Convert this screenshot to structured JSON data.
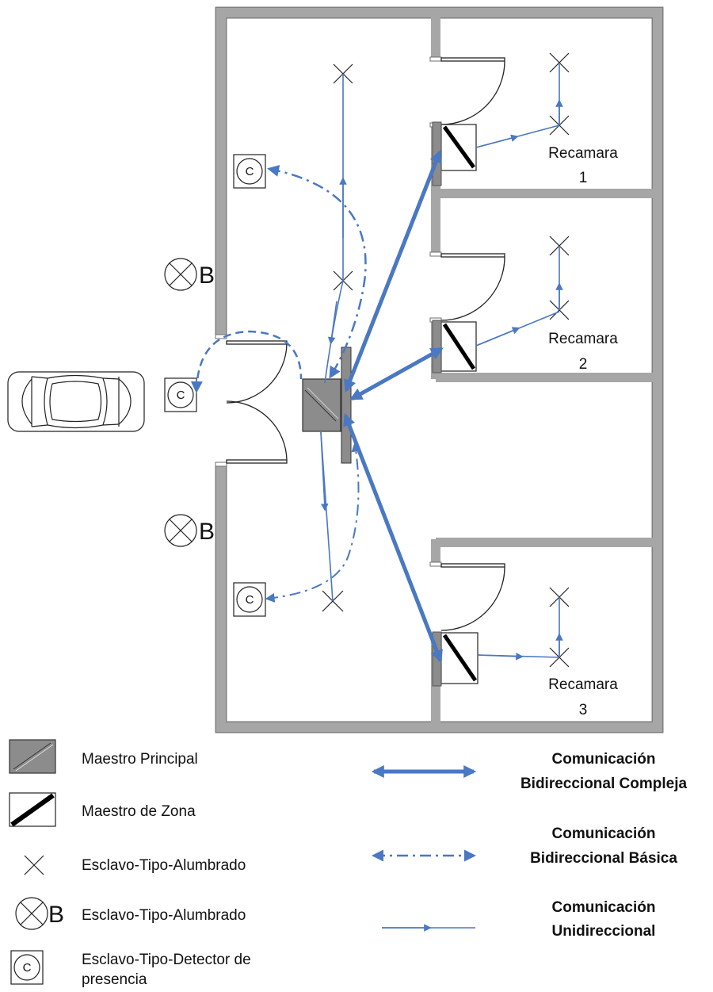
{
  "rooms": [
    {
      "label_line1": "Recamara",
      "label_line2": "1"
    },
    {
      "label_line1": "Recamara",
      "label_line2": "2"
    },
    {
      "label_line1": "Recamara",
      "label_line2": "3"
    }
  ],
  "symbols": {
    "detector_letter": "C",
    "lamp_b_letter": "B"
  },
  "legend": {
    "symbols": [
      {
        "label": "Maestro Principal"
      },
      {
        "label": "Maestro de Zona"
      },
      {
        "label": "Esclavo-Tipo-Alumbrado"
      },
      {
        "label": "Esclavo-Tipo-Alumbrado",
        "letter": "B"
      },
      {
        "label_line1": "Esclavo-Tipo-Detector de",
        "label_line2": "presencia",
        "letter": "C"
      }
    ],
    "communications": [
      {
        "line1": "Comunicación",
        "line2": "Bidireccional Compleja"
      },
      {
        "line1": "Comunicación",
        "line2": "Bidireccional Básica"
      },
      {
        "line1": "Comunicación",
        "line2": "Unidireccional"
      }
    ]
  },
  "colors": {
    "link": "#4a78c2",
    "wall": "#a6a6a6",
    "master": "#8c8c8c"
  }
}
